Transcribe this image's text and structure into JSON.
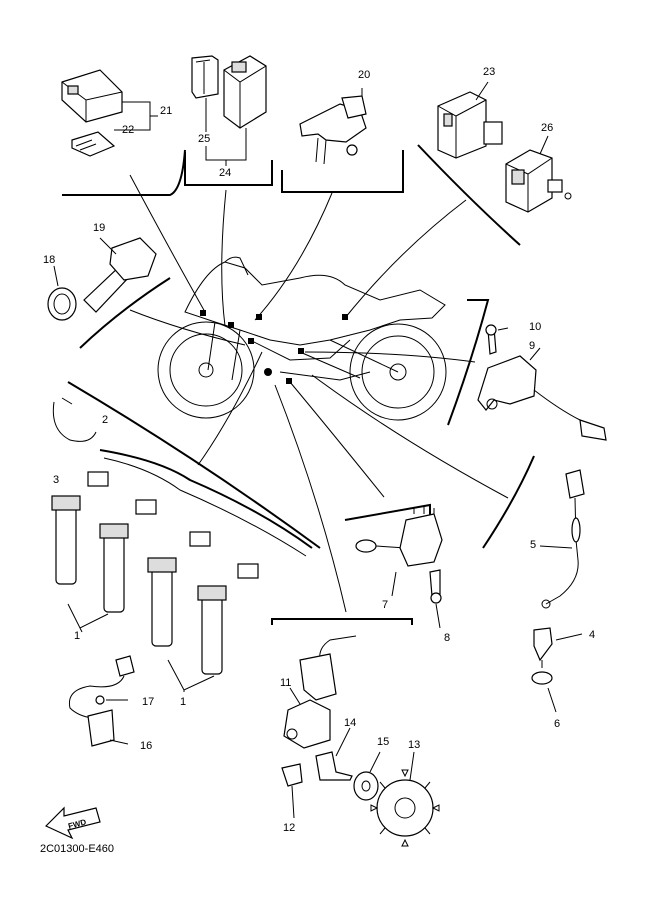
{
  "diagram_code": "2C01300-E460",
  "fwd_label": "FWD",
  "callouts": {
    "c1a": "1",
    "c1b": "1",
    "c2": "2",
    "c3": "3",
    "c4": "4",
    "c5": "5",
    "c6": "6",
    "c7": "7",
    "c8": "8",
    "c9": "9",
    "c10": "10",
    "c11": "11",
    "c12": "12",
    "c13": "13",
    "c14": "14",
    "c15": "15",
    "c16": "16",
    "c17": "17",
    "c18": "18",
    "c19": "19",
    "c20": "20",
    "c21": "21",
    "c22": "22",
    "c23": "23",
    "c24": "24",
    "c25": "25",
    "c26": "26"
  }
}
